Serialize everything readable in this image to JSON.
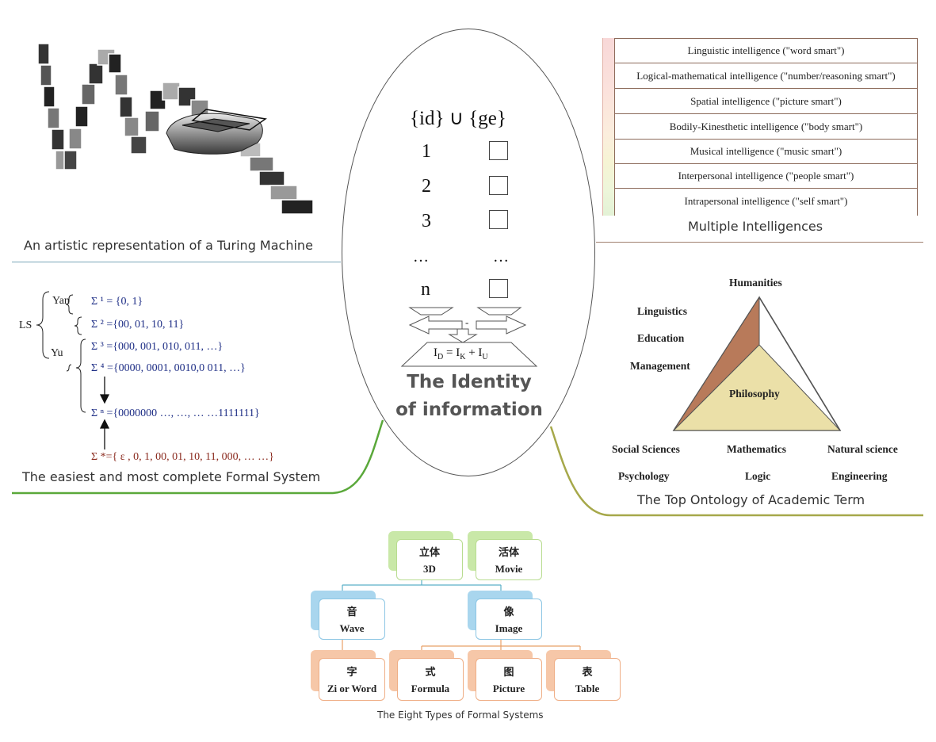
{
  "turing": {
    "caption": "An artistic representation of a Turing Machine"
  },
  "intelligences": {
    "caption": "Multiple Intelligences",
    "items": [
      "Linguistic intelligence (\"word smart\")",
      "Logical-mathematical intelligence (\"number/reasoning smart\")",
      "Spatial intelligence (\"picture smart\")",
      "Bodily-Kinesthetic intelligence (\"body smart\")",
      "Musical intelligence (\"music smart\")",
      "Interpersonal intelligence (\"people smart\")",
      "Intrapersonal intelligence (\"self smart\")"
    ]
  },
  "center": {
    "header": "{id} ∪ {ge}",
    "rows": [
      "1",
      "2",
      "3",
      "…",
      "n"
    ],
    "ellipsis_right": "…",
    "minus": "-",
    "formula_main": "I",
    "formula_sub_d": "D",
    "formula_eq": " = I",
    "formula_sub_k": "K",
    "formula_plus": " + I",
    "formula_sub_u": "U",
    "title_line1": "The Identity",
    "title_line2": "of information"
  },
  "formal_system": {
    "caption": "The easiest and most complete Formal System",
    "ls": "LS",
    "yan": "Yan",
    "yu": "Yu",
    "s1": "Σ ¹ = {0, 1}",
    "s2": "Σ ² ={00, 01, 10, 11}",
    "s3": "Σ ³ ={000, 001, 010, 011, …}",
    "s4": "Σ ⁴ ={0000, 0001, 0010,0 011, …}",
    "sn": "Σ ⁿ ={0000000 …, …, … …1111111}",
    "sstar": "Σ *={ ε , 0, 1, 00, 01, 10, 11, 000, … …}"
  },
  "ontology": {
    "caption": "The Top Ontology of Academic Term",
    "humanities": "Humanities",
    "linguistics": "Linguistics",
    "education": "Education",
    "management": "Management",
    "philosophy": "Philosophy",
    "social_sciences": "Social Sciences",
    "mathematics": "Mathematics",
    "natural_science": "Natural science",
    "psychology": "Psychology",
    "logic": "Logic",
    "engineering": "Engineering"
  },
  "eight_types": {
    "caption": "The Eight Types of Formal Systems",
    "boxes": [
      {
        "zh": "立体",
        "en": "3D"
      },
      {
        "zh": "活体",
        "en": "Movie"
      },
      {
        "zh": "音",
        "en": "Wave"
      },
      {
        "zh": "像",
        "en": "Image"
      },
      {
        "zh": "字",
        "en": "Zi or Word"
      },
      {
        "zh": "式",
        "en": "Formula"
      },
      {
        "zh": "图",
        "en": "Picture"
      },
      {
        "zh": "表",
        "en": "Table"
      }
    ]
  },
  "colors": {
    "green_box": "#c9e8a8",
    "blue_box": "#a9d6ee",
    "orange_box": "#f6c7a8",
    "ontology_brown": "#b87a5a",
    "ontology_yellow": "#ebe0a8",
    "connector_green": "#5aa83a",
    "connector_olive": "#a6a84a"
  }
}
